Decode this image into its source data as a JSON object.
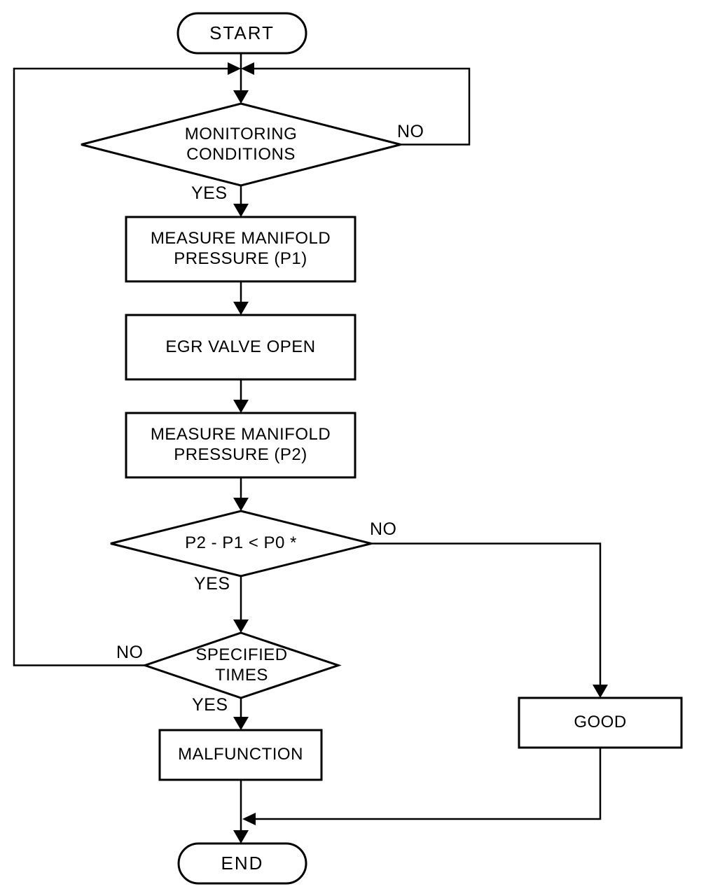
{
  "diagram": {
    "colors": {
      "background": "#ffffff",
      "stroke": "#000000",
      "text": "#000000"
    },
    "nodes": {
      "start": {
        "type": "terminator",
        "label": "START"
      },
      "monitoring_conditions": {
        "type": "decision",
        "label": "MONITORING\nCONDITIONS"
      },
      "measure_p1": {
        "type": "process",
        "label": "MEASURE MANIFOLD\nPRESSURE (P1)"
      },
      "egr_valve_open": {
        "type": "process",
        "label": "EGR VALVE OPEN"
      },
      "measure_p2": {
        "type": "process",
        "label": "MEASURE MANIFOLD\nPRESSURE (P2)"
      },
      "pressure_check": {
        "type": "decision",
        "label": "P2 - P1 < P0 *"
      },
      "specified_times": {
        "type": "decision",
        "label": "SPECIFIED\nTIMES"
      },
      "malfunction": {
        "type": "process",
        "label": "MALFUNCTION"
      },
      "good": {
        "type": "process",
        "label": "GOOD"
      },
      "end": {
        "type": "terminator",
        "label": "END"
      }
    },
    "edge_labels": {
      "monitoring_no": "NO",
      "monitoring_yes": "YES",
      "pressure_no": "NO",
      "pressure_yes": "YES",
      "specified_no": "NO",
      "specified_yes": "YES"
    }
  }
}
